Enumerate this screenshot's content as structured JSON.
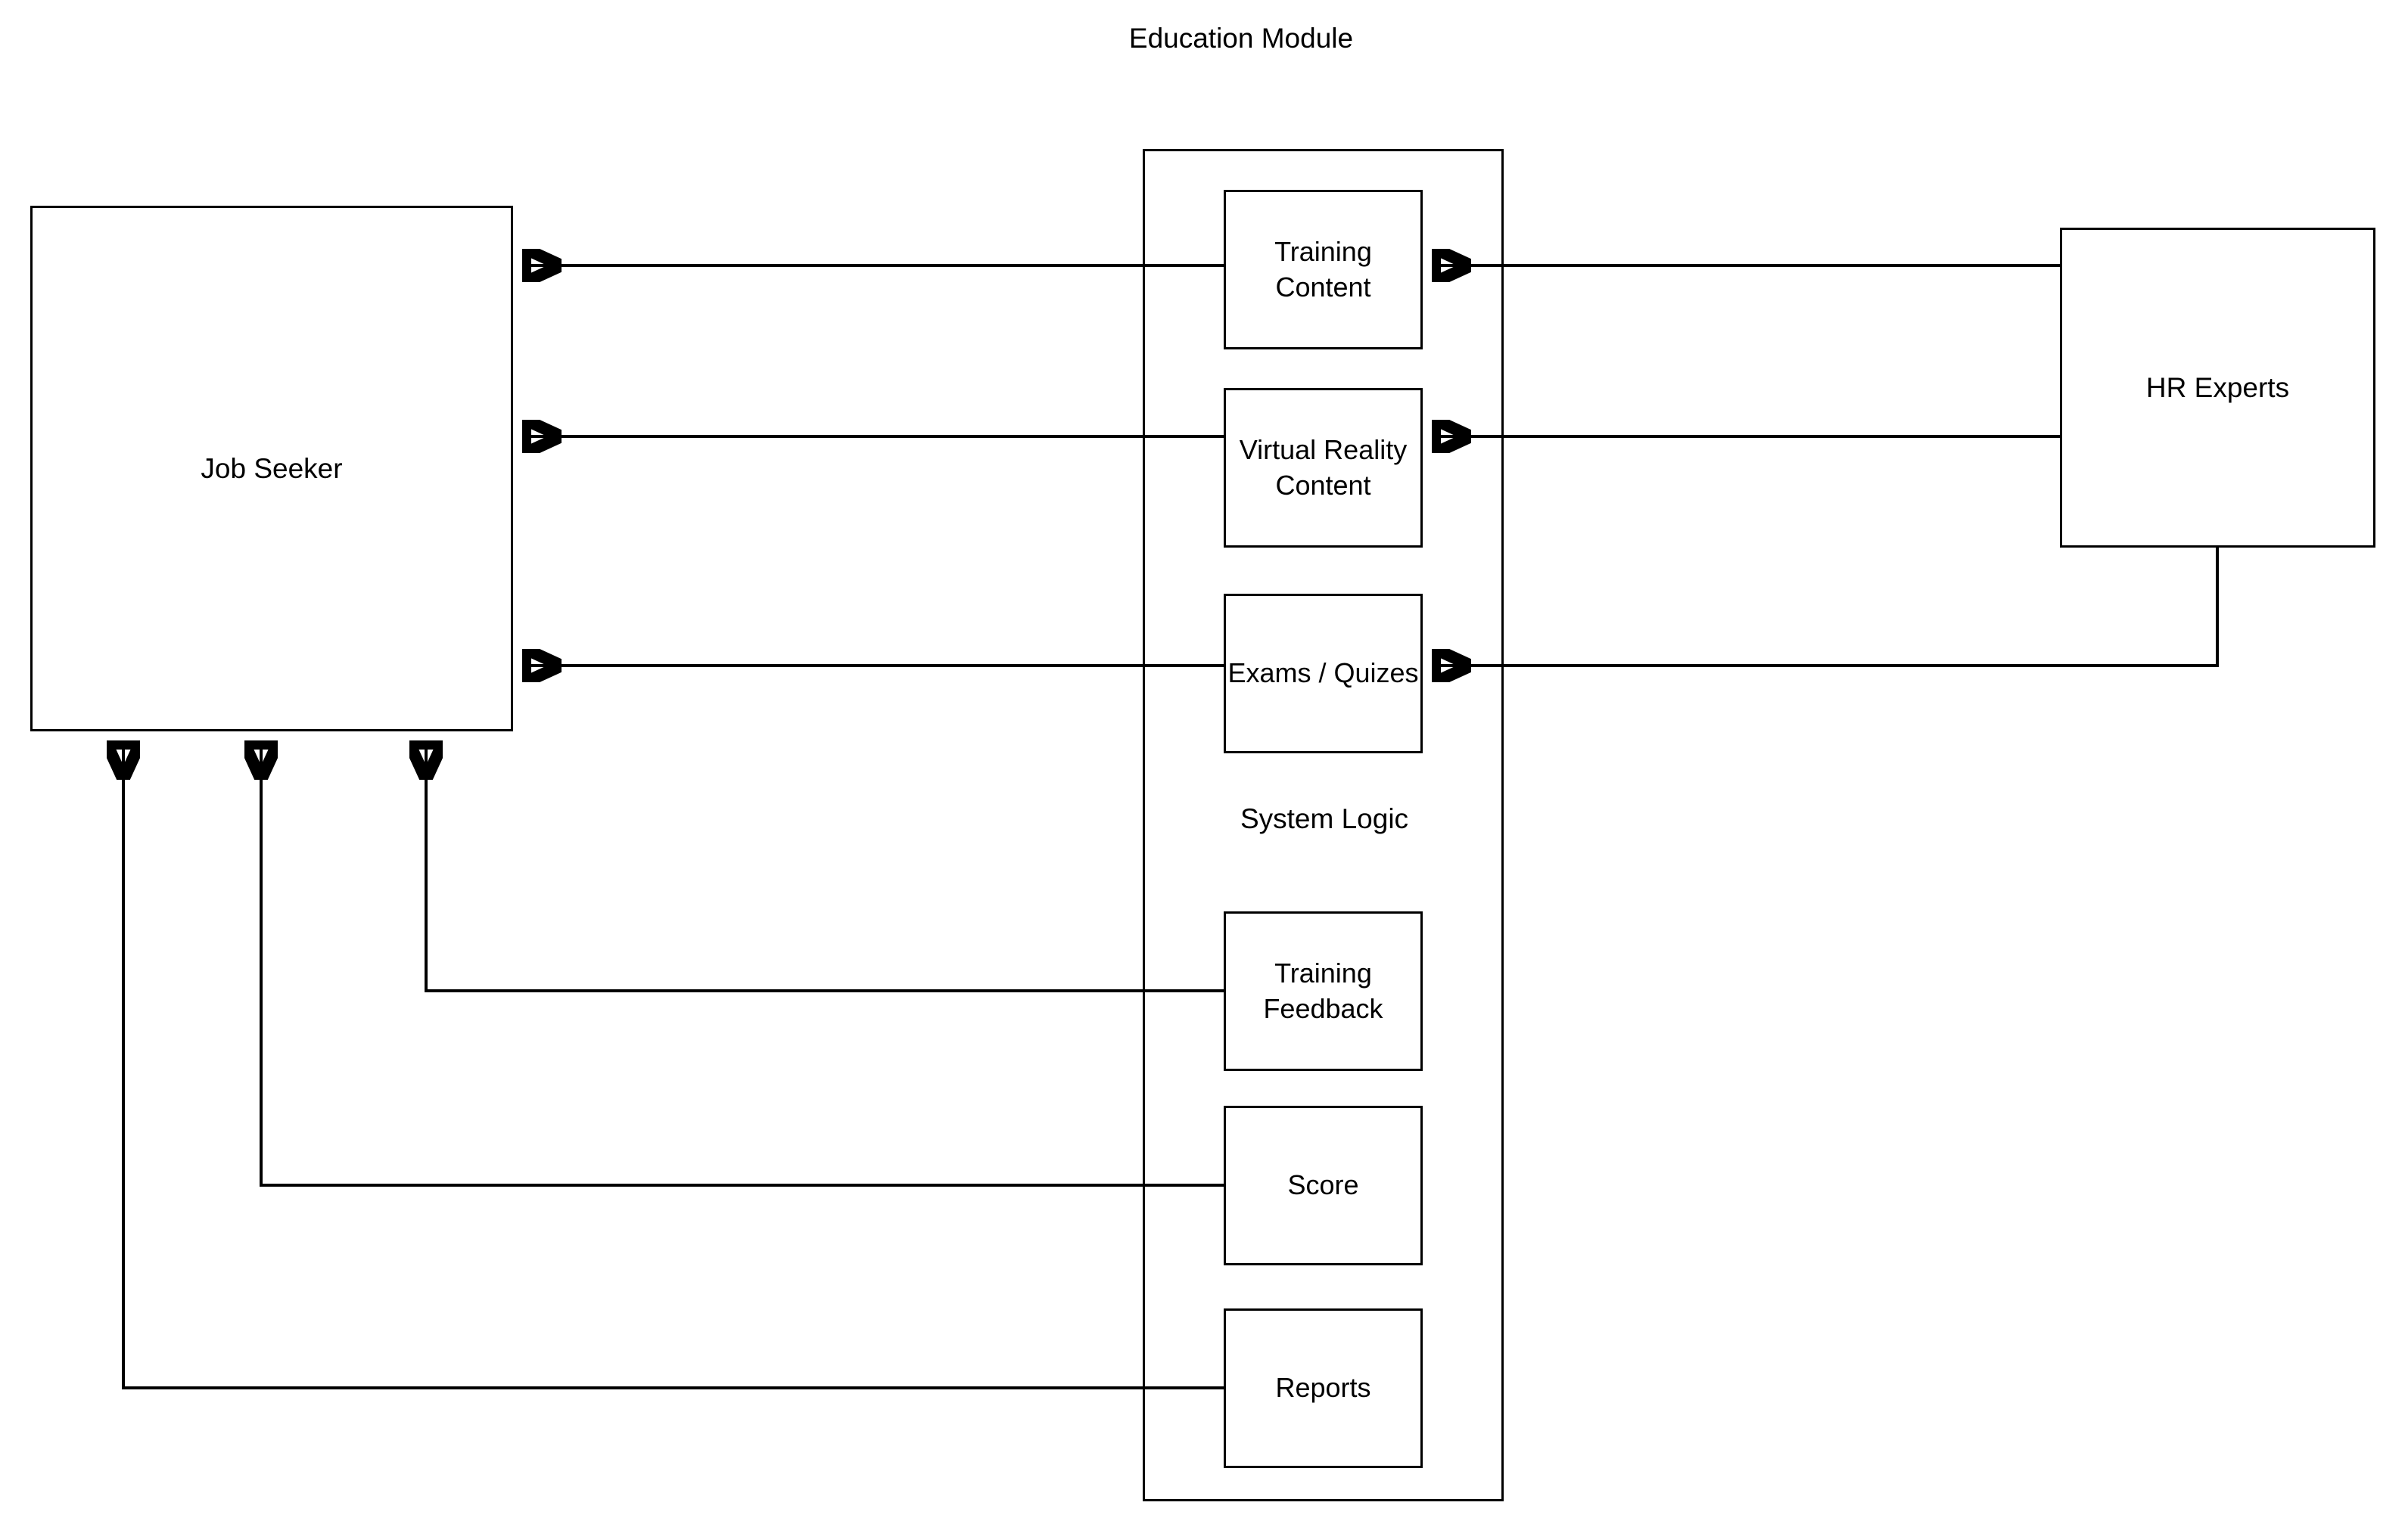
{
  "diagram": {
    "title": "Education Module",
    "type": "block-flow-diagram",
    "background_color": "#ffffff",
    "stroke_color": "#000000",
    "nodes": {
      "job_seeker": "Job Seeker",
      "hr_experts": "HR Experts",
      "training_content": "Training Content",
      "virtual_reality_content": "Virtual Reality Content",
      "exams_quizes": "Exams / Quizes",
      "training_feedback": "Training Feedback",
      "score": "Score",
      "reports": "Reports"
    },
    "group_labels": {
      "system_logic": "System Logic"
    },
    "edges": [
      {
        "from": "hr_experts",
        "to": "training_content",
        "direction": "left"
      },
      {
        "from": "training_content",
        "to": "job_seeker",
        "direction": "left"
      },
      {
        "from": "hr_experts",
        "to": "virtual_reality_content",
        "direction": "left"
      },
      {
        "from": "virtual_reality_content",
        "to": "job_seeker",
        "direction": "left"
      },
      {
        "from": "hr_experts",
        "to": "exams_quizes",
        "direction": "left"
      },
      {
        "from": "exams_quizes",
        "to": "job_seeker",
        "direction": "left"
      },
      {
        "from": "training_feedback",
        "to": "job_seeker",
        "direction": "up"
      },
      {
        "from": "score",
        "to": "job_seeker",
        "direction": "up"
      },
      {
        "from": "reports",
        "to": "job_seeker",
        "direction": "up"
      }
    ]
  }
}
